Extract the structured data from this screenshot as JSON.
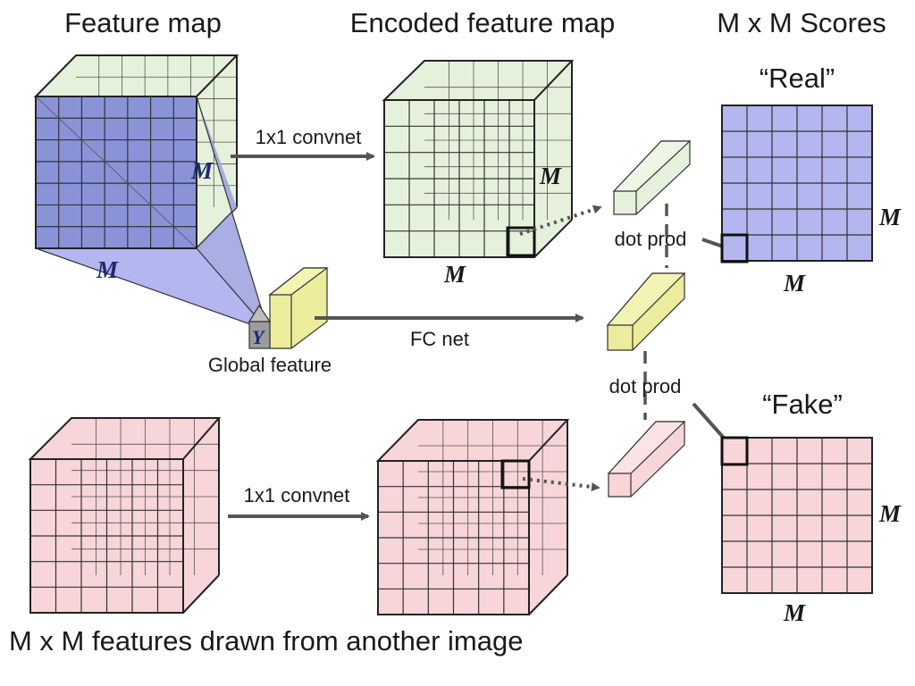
{
  "titles": {
    "feature_map": "Feature map",
    "encoded_feature_map": "Encoded feature map",
    "scores": "M x M Scores"
  },
  "labels": {
    "conv_top": "1x1 convnet",
    "conv_bottom": "1x1 convnet",
    "fc_net": "FC net",
    "dot_prod_top": "dot prod",
    "dot_prod_bottom": "dot prod",
    "global_feature": "Global feature",
    "real": "“Real”",
    "fake": "“Fake”",
    "another_image": "M x M features drawn from another image",
    "m_symbol": "M",
    "y_symbol": "Y"
  },
  "colors": {
    "blue_fill": "#b3b6ef",
    "blue_face": "#8b93d8",
    "green_fill": "#e6f1dc",
    "pink_fill": "#f7d5d8",
    "yellow_fill": "#ecec9c",
    "arrow": "#555555"
  }
}
